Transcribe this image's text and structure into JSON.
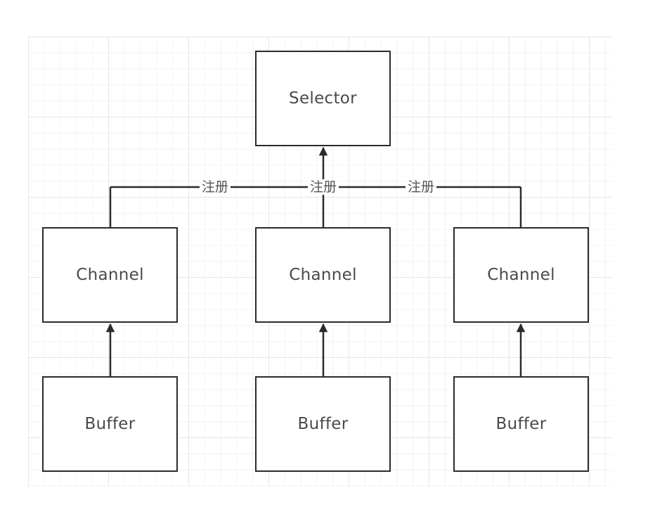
{
  "nodes": {
    "selector": "Selector",
    "channels": [
      "Channel",
      "Channel",
      "Channel"
    ],
    "buffers": [
      "Buffer",
      "Buffer",
      "Buffer"
    ]
  },
  "edges": {
    "register_labels": [
      "注册",
      "注册",
      "注册"
    ]
  },
  "colors": {
    "stroke": "#2b2b2b",
    "text": "#4a4a4a",
    "grid": "#e6e6e6"
  }
}
